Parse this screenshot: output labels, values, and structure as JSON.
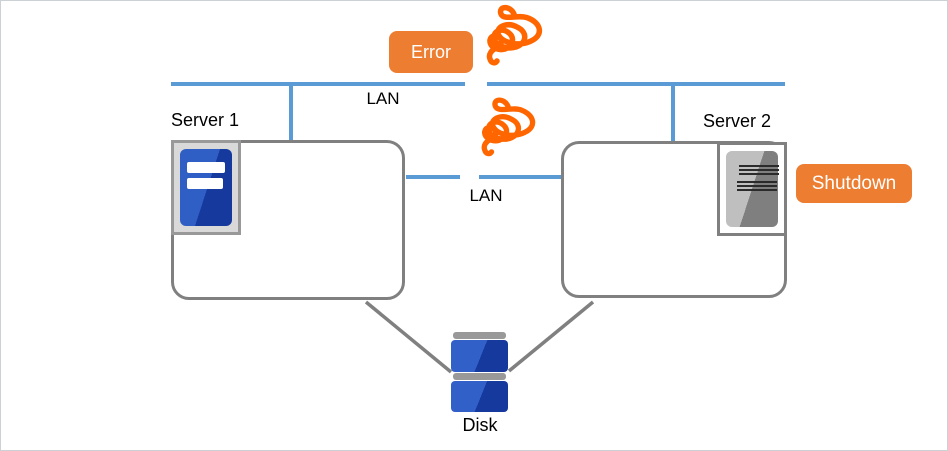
{
  "labels": {
    "lan_top": "LAN",
    "lan_mid": "LAN",
    "server1": "Server 1",
    "server2": "Server 2",
    "disk": "Disk"
  },
  "badges": {
    "error": "Error",
    "shutdown": "Shutdown"
  },
  "colors": {
    "lan_line_blue": "#5B9BD5",
    "connector_gray": "#808080",
    "badge_orange": "#ED7D31",
    "break_icon_orange": "#FF6600",
    "server1_blue_light": "#2F5EC4",
    "server1_blue_dark": "#16399E",
    "server2_gray_light": "#BFBFBF",
    "server2_gray_dark": "#7F7F7F",
    "disk_blue_light": "#3060C8",
    "disk_blue_dark": "#16399E",
    "icon_frame_gray": "#999999"
  }
}
